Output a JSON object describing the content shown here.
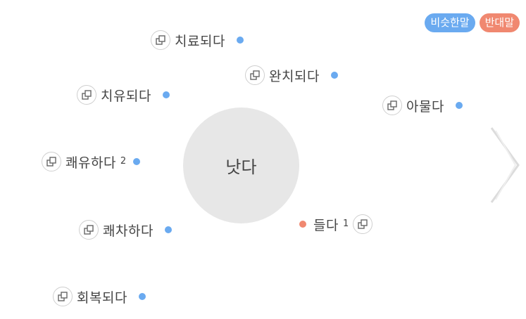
{
  "legend": {
    "synonym": "비슷한말",
    "antonym": "반대말"
  },
  "center_word": "낫다",
  "colors": {
    "synonym": "#6aaaf0",
    "antonym": "#f08870",
    "center": "#e7e7e7"
  },
  "synonyms": [
    {
      "word": "치료되다",
      "sup": ""
    },
    {
      "word": "완치되다",
      "sup": ""
    },
    {
      "word": "치유되다",
      "sup": ""
    },
    {
      "word": "아물다",
      "sup": ""
    },
    {
      "word": "쾌유하다",
      "sup": "2"
    },
    {
      "word": "쾌차하다",
      "sup": ""
    },
    {
      "word": "회복되다",
      "sup": ""
    }
  ],
  "antonyms": [
    {
      "word": "들다",
      "sup": "1"
    }
  ]
}
